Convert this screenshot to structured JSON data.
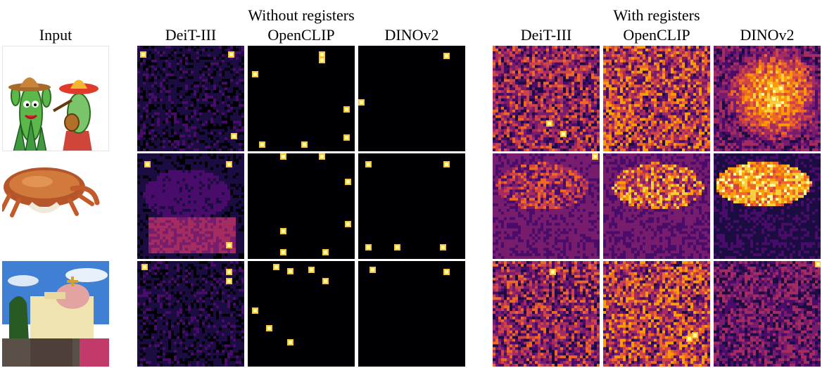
{
  "figure": {
    "column_input": "Input",
    "group_without": {
      "title": "Without registers",
      "columns": [
        "DeiT-III",
        "OpenCLIP",
        "DINOv2"
      ]
    },
    "group_with": {
      "title": "With registers",
      "columns": [
        "DeiT-III",
        "OpenCLIP",
        "DINOv2"
      ]
    },
    "rows": [
      "cactus-cartoon",
      "crab",
      "church"
    ],
    "colormap": [
      "#000004",
      "#1b0c41",
      "#4a0c6b",
      "#781c6d",
      "#a52c60",
      "#cf4446",
      "#ed6925",
      "#fb9b06",
      "#f7d13d",
      "#fcffa4"
    ]
  }
}
